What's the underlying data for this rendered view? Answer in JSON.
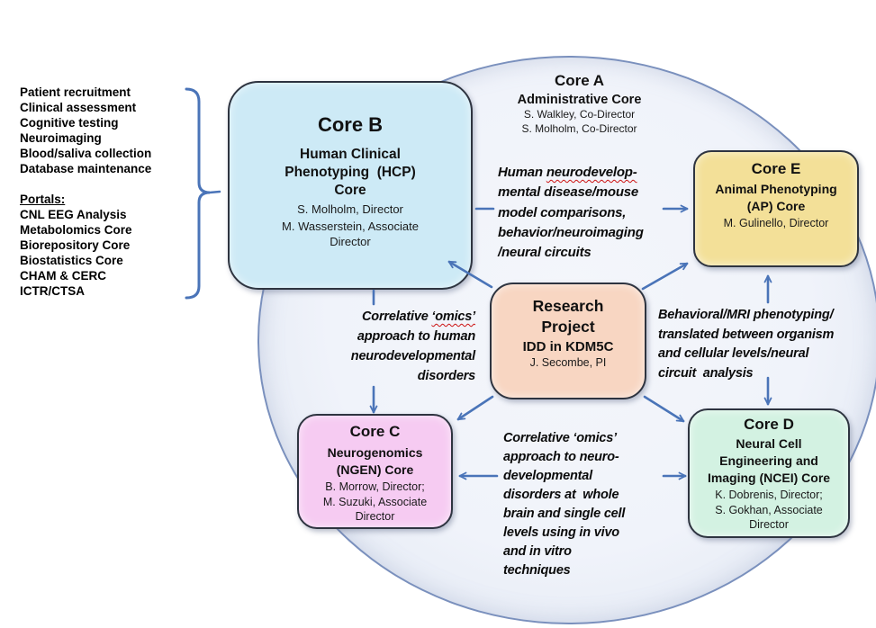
{
  "left_panel": {
    "services": [
      "Patient recruitment",
      "Clinical assessment",
      "Cognitive testing",
      "Neuroimaging",
      "Blood/saliva collection",
      "Database maintenance"
    ],
    "portals_heading": "Portals:",
    "portals": [
      "CNL EEG Analysis",
      "Metabolomics Core",
      "Biorepository Core",
      "Biostatistics Core",
      "CHAM & CERC",
      "ICTR/CTSA"
    ]
  },
  "cores": {
    "a": {
      "title": "Core A",
      "name": "Administrative Core",
      "staff": [
        "S. Walkley, Co-Director",
        "S. Molholm, Co-Director"
      ]
    },
    "b": {
      "title": "Core B",
      "name_lines": [
        "Human Clinical",
        "Phenotyping  (HCP)",
        "Core"
      ],
      "staff": [
        "S. Molholm, Director",
        "M. Wasserstein, Associate Director"
      ]
    },
    "c": {
      "title": "Core C",
      "name_lines": [
        "Neurogenomics",
        "(NGEN) Core"
      ],
      "staff": [
        "B. Morrow, Director;",
        "M. Suzuki, Associate Director"
      ]
    },
    "d": {
      "title": "Core D",
      "name_lines": [
        "Neural Cell",
        "Engineering and",
        "Imaging (NCEI) Core"
      ],
      "staff": [
        "K. Dobrenis, Director;",
        "S. Gokhan, Associate Director"
      ]
    },
    "e": {
      "title": "Core E",
      "name_lines": [
        "Animal Phenotyping",
        "(AP) Core"
      ],
      "staff": [
        "M. Gulinello, Director"
      ]
    }
  },
  "project": {
    "title_lines": [
      "Research",
      "Project"
    ],
    "subtitle": "IDD in KDM5C",
    "staff": "J. Secombe, PI"
  },
  "annotations": {
    "core_b_core_e": {
      "line1_pre": "Human ",
      "line1_squiggle": "neurodevelop-",
      "lines": [
        "mental disease/mouse",
        "model comparisons,",
        "behavior/neuroimaging",
        "/neural circuits"
      ]
    },
    "core_b_core_c": {
      "line1_pre": "Correlative ",
      "line1_squiggle": "‘omics’",
      "lines": [
        "approach to human",
        "neurodevelopmental",
        "disorders"
      ]
    },
    "core_e_core_d": {
      "lines": [
        "Behavioral/MRI phenotyping/",
        "translated between organism",
        "and cellular levels/neural",
        "circuit  analysis"
      ]
    },
    "core_c_core_d": {
      "lines": [
        "Correlative ‘omics’",
        "approach to neuro-",
        "developmental",
        "disorders at  whole",
        "brain and single cell",
        "levels using in vivo",
        "and in vitro",
        "techniques"
      ]
    }
  },
  "colors": {
    "ellipse_fill": "#f0f3fa",
    "ellipse_border": "#7a90bd",
    "core_b_fill": "#cdeaf6",
    "core_e_fill": "#f3e098",
    "core_c_fill": "#f6cbf2",
    "core_d_fill": "#d3f2e2",
    "project_fill": "#f8d6c2",
    "box_border": "#2e3440",
    "arrow_blue": "#4a74b8",
    "squiggle_red": "#cc1111"
  }
}
